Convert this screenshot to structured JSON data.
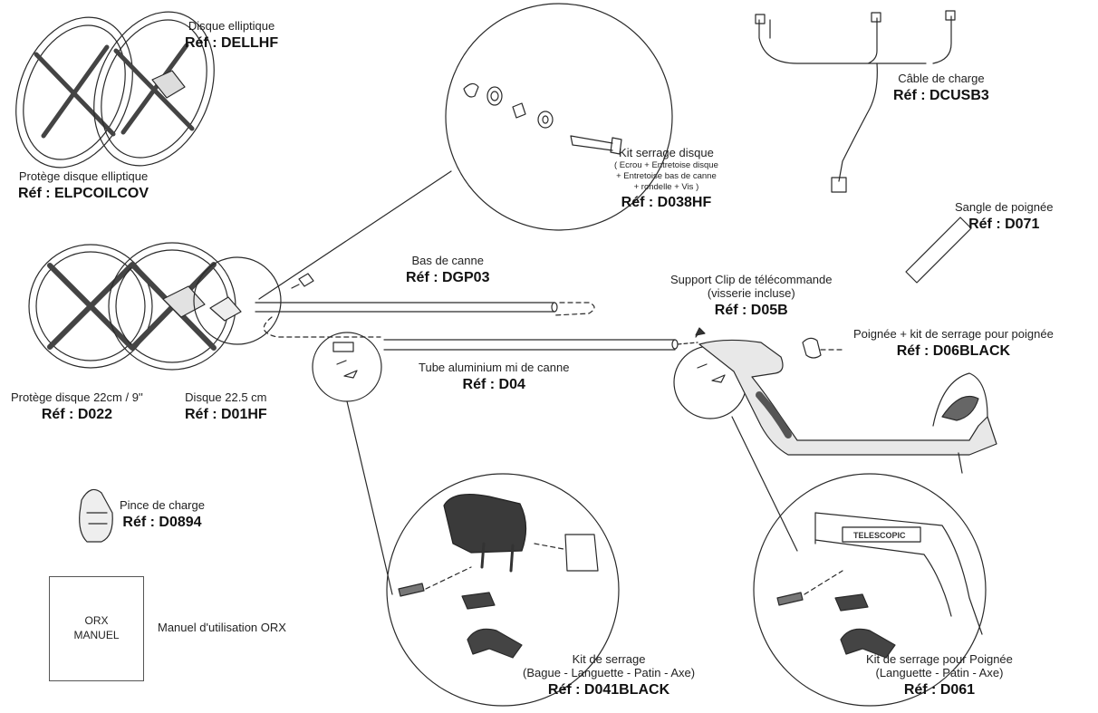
{
  "parts": {
    "disque_elliptique": {
      "name": "Disque elliptique",
      "ref": "Réf : DELLHF"
    },
    "protege_elliptique": {
      "name": "Protège disque elliptique",
      "ref": "Réf : ELPCOILCOV"
    },
    "kit_serrage_disque": {
      "name": "Kit serrage disque",
      "detail_1": "( Ecrou + Entretoise disque",
      "detail_2": "+ Entretoise bas de canne",
      "detail_3": "+ rondelle + Vis )",
      "ref": "Réf : D038HF"
    },
    "cable_charge": {
      "name": "Câble de charge",
      "ref": "Réf : DCUSB3"
    },
    "sangle_poignee": {
      "name": "Sangle de poignée",
      "ref": "Réf : D071"
    },
    "bas_canne": {
      "name": "Bas de canne",
      "ref": "Réf : DGP03"
    },
    "support_clip": {
      "name": "Support Clip de télécommande",
      "detail": "(visserie incluse)",
      "ref": "Réf : D05B"
    },
    "poignee": {
      "name": "Poignée + kit de serrage pour poignée",
      "ref": "Réf : D06BLACK"
    },
    "tube_alu": {
      "name": "Tube aluminium mi de canne",
      "ref": "Réf : D04"
    },
    "protege_22": {
      "name": "Protège disque 22cm / 9''",
      "ref": "Réf : D022"
    },
    "disque_22": {
      "name": "Disque 22.5 cm",
      "ref": "Réf : D01HF"
    },
    "pince_charge": {
      "name": "Pince de charge",
      "ref": "Réf : D0894"
    },
    "manuel": {
      "box_line_1": "ORX",
      "box_line_2": "MANUEL",
      "name": "Manuel d'utilisation ORX"
    },
    "kit_serrage": {
      "name": "Kit de serrage",
      "detail": "(Bague - Languette - Patin - Axe)",
      "ref": "Réf : D041BLACK"
    },
    "kit_serrage_poignee": {
      "name": "Kit de serrage pour Poignée",
      "detail": "(Languette - Patin - Axe)",
      "ref": "Réf : D061"
    },
    "telescopic_mark": "TELESCOPIC"
  }
}
